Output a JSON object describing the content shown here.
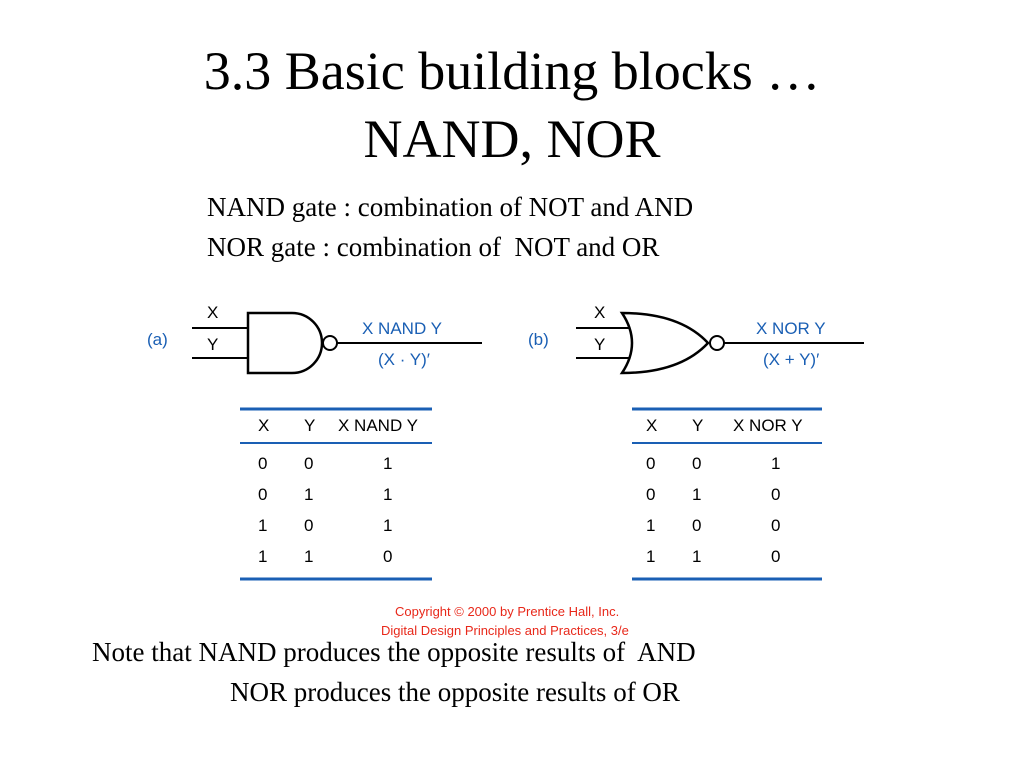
{
  "title": {
    "line1": "3.3 Basic building blocks …",
    "line2": "NAND, NOR"
  },
  "definitions": [
    "NAND gate : combination of NOT and AND",
    "NOR gate : combination of  NOT and OR"
  ],
  "figure": {
    "accent_color": "#1a5fb4",
    "credit_color": "#e8281a",
    "nand": {
      "label": "(a)",
      "input_x": "X",
      "input_y": "Y",
      "output_name": "X NAND Y",
      "output_expr": "(X · Y)′",
      "table": {
        "headers": [
          "X",
          "Y",
          "X NAND Y"
        ],
        "rows": [
          [
            "0",
            "0",
            "1"
          ],
          [
            "0",
            "1",
            "1"
          ],
          [
            "1",
            "0",
            "1"
          ],
          [
            "1",
            "1",
            "0"
          ]
        ]
      }
    },
    "nor": {
      "label": "(b)",
      "input_x": "X",
      "input_y": "Y",
      "output_name": "X NOR Y",
      "output_expr": "(X + Y)′",
      "table": {
        "headers": [
          "X",
          "Y",
          "X NOR Y"
        ],
        "rows": [
          [
            "0",
            "0",
            "1"
          ],
          [
            "0",
            "1",
            "0"
          ],
          [
            "1",
            "0",
            "0"
          ],
          [
            "1",
            "1",
            "0"
          ]
        ]
      }
    },
    "copyright": [
      "Copyright © 2000 by  Prentice Hall, Inc.",
      "Digital Design Principles and Practices, 3/e"
    ]
  },
  "notes": [
    "Note that NAND produces the opposite results of  AND",
    "NOR produces the opposite results of OR"
  ]
}
